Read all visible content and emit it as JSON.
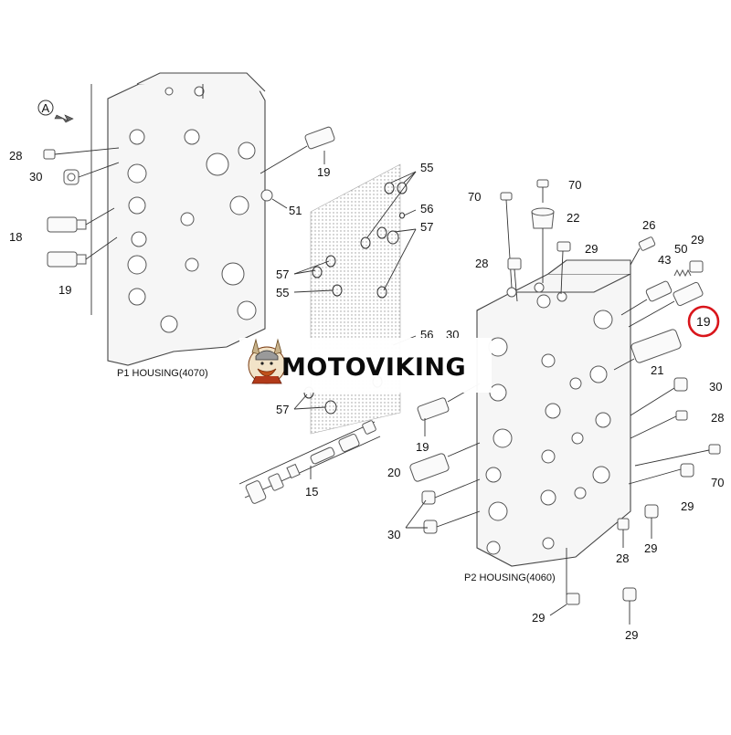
{
  "watermark": {
    "brand": "MOTOVIKING",
    "logo_icon": "viking-mascot-icon"
  },
  "view_marker": {
    "letter": "A",
    "icon": "view-arrow-icon"
  },
  "housings": {
    "p1": "P1 HOUSING(4070)",
    "p2": "P2 HOUSING(4060)"
  },
  "highlight": {
    "label": "19",
    "ring_color": "#d9151b"
  },
  "callouts": {
    "c28a": "28",
    "c30a": "30",
    "c18": "18",
    "c19a": "19",
    "c19b": "19",
    "c51": "51",
    "c55a": "55",
    "c56a": "56",
    "c57a": "57",
    "c57b": "57",
    "c55b": "55",
    "c56b": "56",
    "c30b": "30",
    "c57c": "57",
    "c70a": "70",
    "c70b": "70",
    "c22": "22",
    "c29a": "29",
    "c28b": "28",
    "c26": "26",
    "c29b": "29",
    "c50": "50",
    "c43": "43",
    "c21": "21",
    "c30c": "30",
    "c28c": "28",
    "c70c": "70",
    "c19d": "19",
    "c20": "20",
    "c15": "15",
    "c30d": "30",
    "c29c": "29",
    "c29d": "29",
    "c28d": "28",
    "c29e": "29",
    "c29f": "29"
  }
}
